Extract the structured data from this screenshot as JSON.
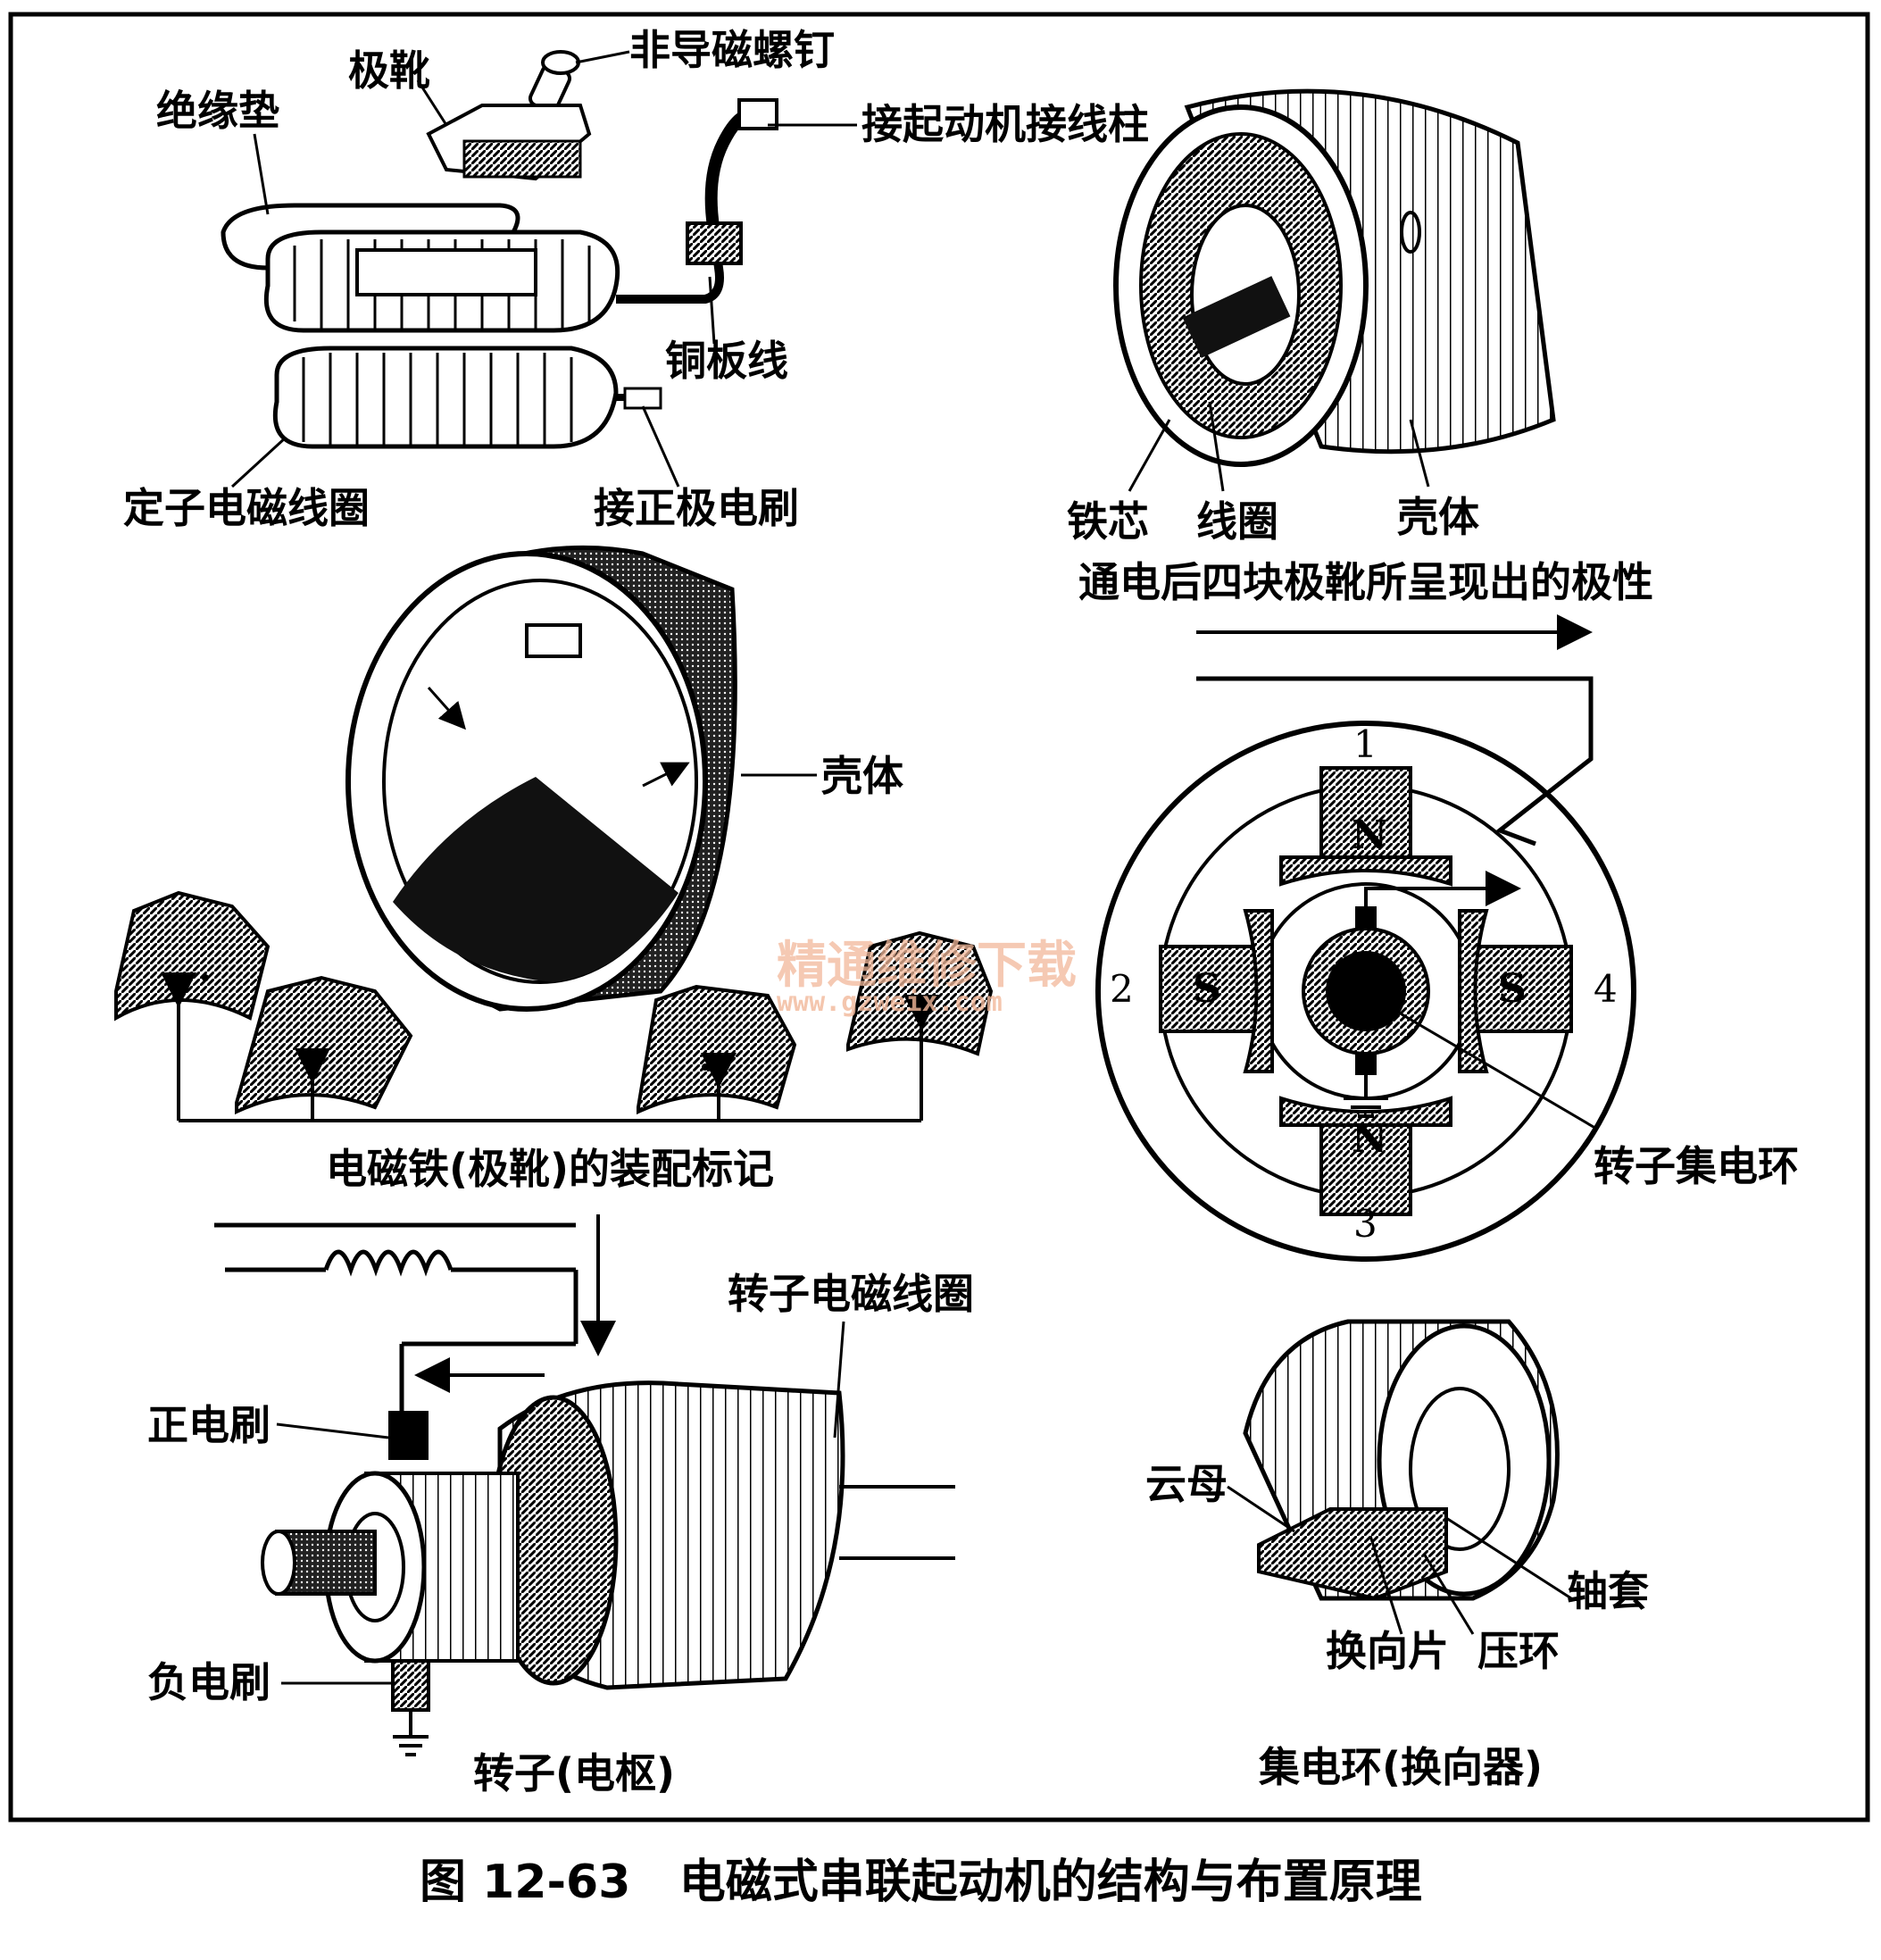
{
  "labels": {
    "nonmag_screw": "非导磁螺钉",
    "pole_shoe": "极靴",
    "insulation_pad": "绝缘垫",
    "starter_terminal": "接起动机接线柱",
    "copper_strip": "铜板线",
    "stator_coil": "定子电磁线圈",
    "to_positive_brush": "接正极电刷",
    "iron_core": "铁芯",
    "coil": "线圈",
    "housing_top": "壳体",
    "polarity_caption": "通电后四块极靴所呈现出的极性",
    "housing_mid": "壳体",
    "assembly_marks": "电磁铁(极靴)的装配标记",
    "rotor_slip_ring": "转子集电环",
    "rotor_coil": "转子电磁线圈",
    "positive_brush": "正电刷",
    "negative_brush": "负电刷",
    "rotor_caption": "转子(电枢)",
    "mica": "云母",
    "shaft_sleeve": "轴套",
    "commutator_segment": "换向片",
    "press_ring": "压环",
    "commutator_caption": "集电环(换向器)"
  },
  "poles": {
    "top": {
      "number": "1",
      "polarity": "N"
    },
    "left": {
      "number": "2",
      "polarity": "S"
    },
    "bottom": {
      "number": "3",
      "polarity": "N"
    },
    "right": {
      "number": "4",
      "polarity": "S"
    }
  },
  "watermark": {
    "line1": "精通维修下载",
    "line2": "www.gzweix.com"
  },
  "figure_caption": "图 12-63   电磁式串联起动机的结构与布置原理",
  "colors": {
    "ink": "#000000",
    "paper": "#ffffff",
    "watermark": "#f2b89a"
  }
}
